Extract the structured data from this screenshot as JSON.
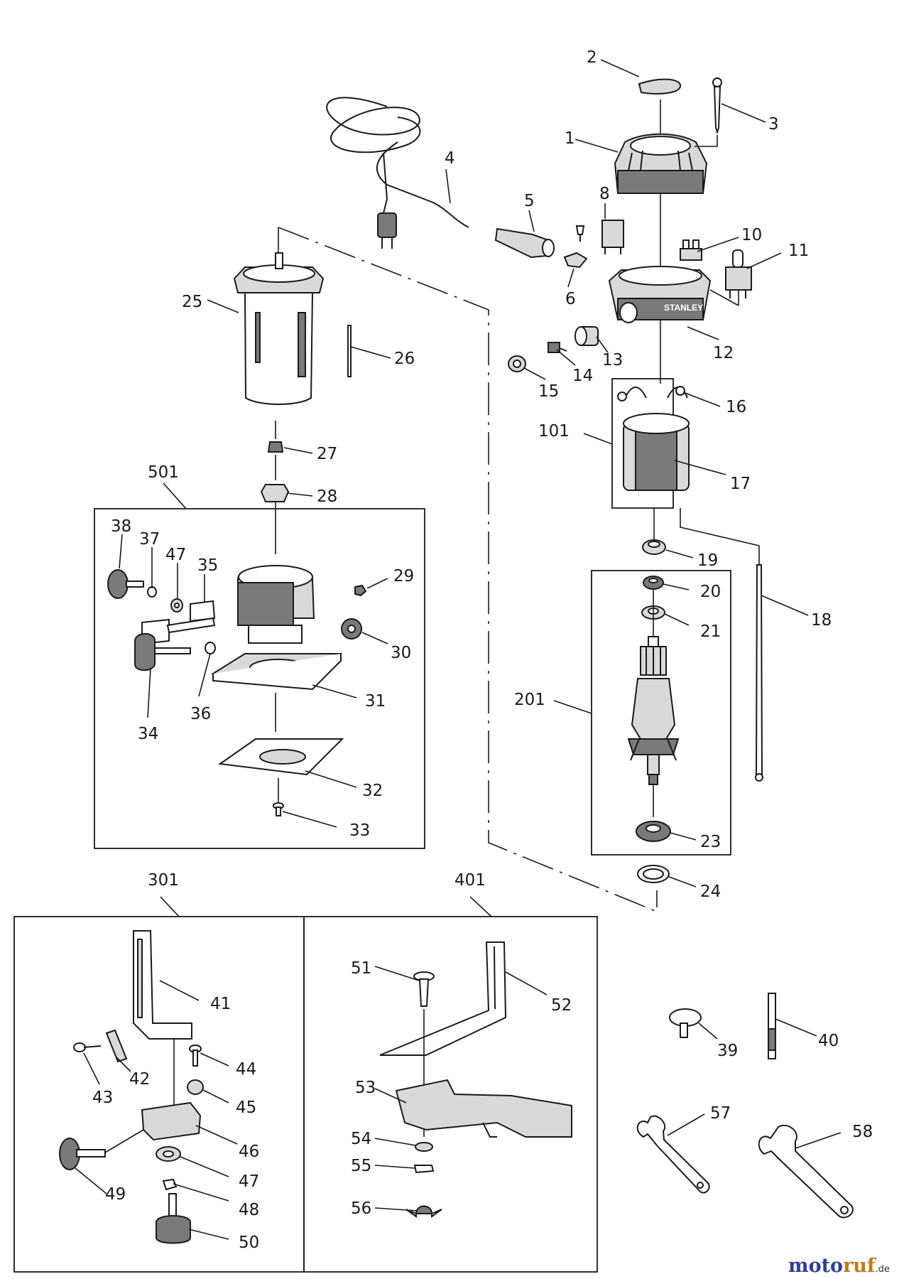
{
  "labels": {
    "p1": "1",
    "p2": "2",
    "p3": "3",
    "p4": "4",
    "p5": "5",
    "p6": "6",
    "p8": "8",
    "p10": "10",
    "p11": "11",
    "p12": "12",
    "p13": "13",
    "p14": "14",
    "p15": "15",
    "p16": "16",
    "p17": "17",
    "p18": "18",
    "p19": "19",
    "p20": "20",
    "p21": "21",
    "p23": "23",
    "p24": "24",
    "p25": "25",
    "p26": "26",
    "p27": "27",
    "p28": "28",
    "p29": "29",
    "p30": "30",
    "p31": "31",
    "p32": "32",
    "p33": "33",
    "p34": "34",
    "p35": "35",
    "p36": "36",
    "p37": "37",
    "p38": "38",
    "p39": "39",
    "p40": "40",
    "p41": "41",
    "p42": "42",
    "p43": "43",
    "p44": "44",
    "p45": "45",
    "p46": "46",
    "p47a": "47",
    "p47b": "47",
    "p48": "48",
    "p49": "49",
    "p50": "50",
    "p51": "51",
    "p52": "52",
    "p53": "53",
    "p54": "54",
    "p55": "55",
    "p56": "56",
    "p57": "57",
    "p58": "58",
    "g101": "101",
    "g201": "201",
    "g301": "301",
    "g401": "401",
    "g501": "501"
  },
  "housing_brand": "STANLEY",
  "watermark": {
    "prefix": "moto",
    "suffix": "ruf",
    "tld": ".de"
  }
}
